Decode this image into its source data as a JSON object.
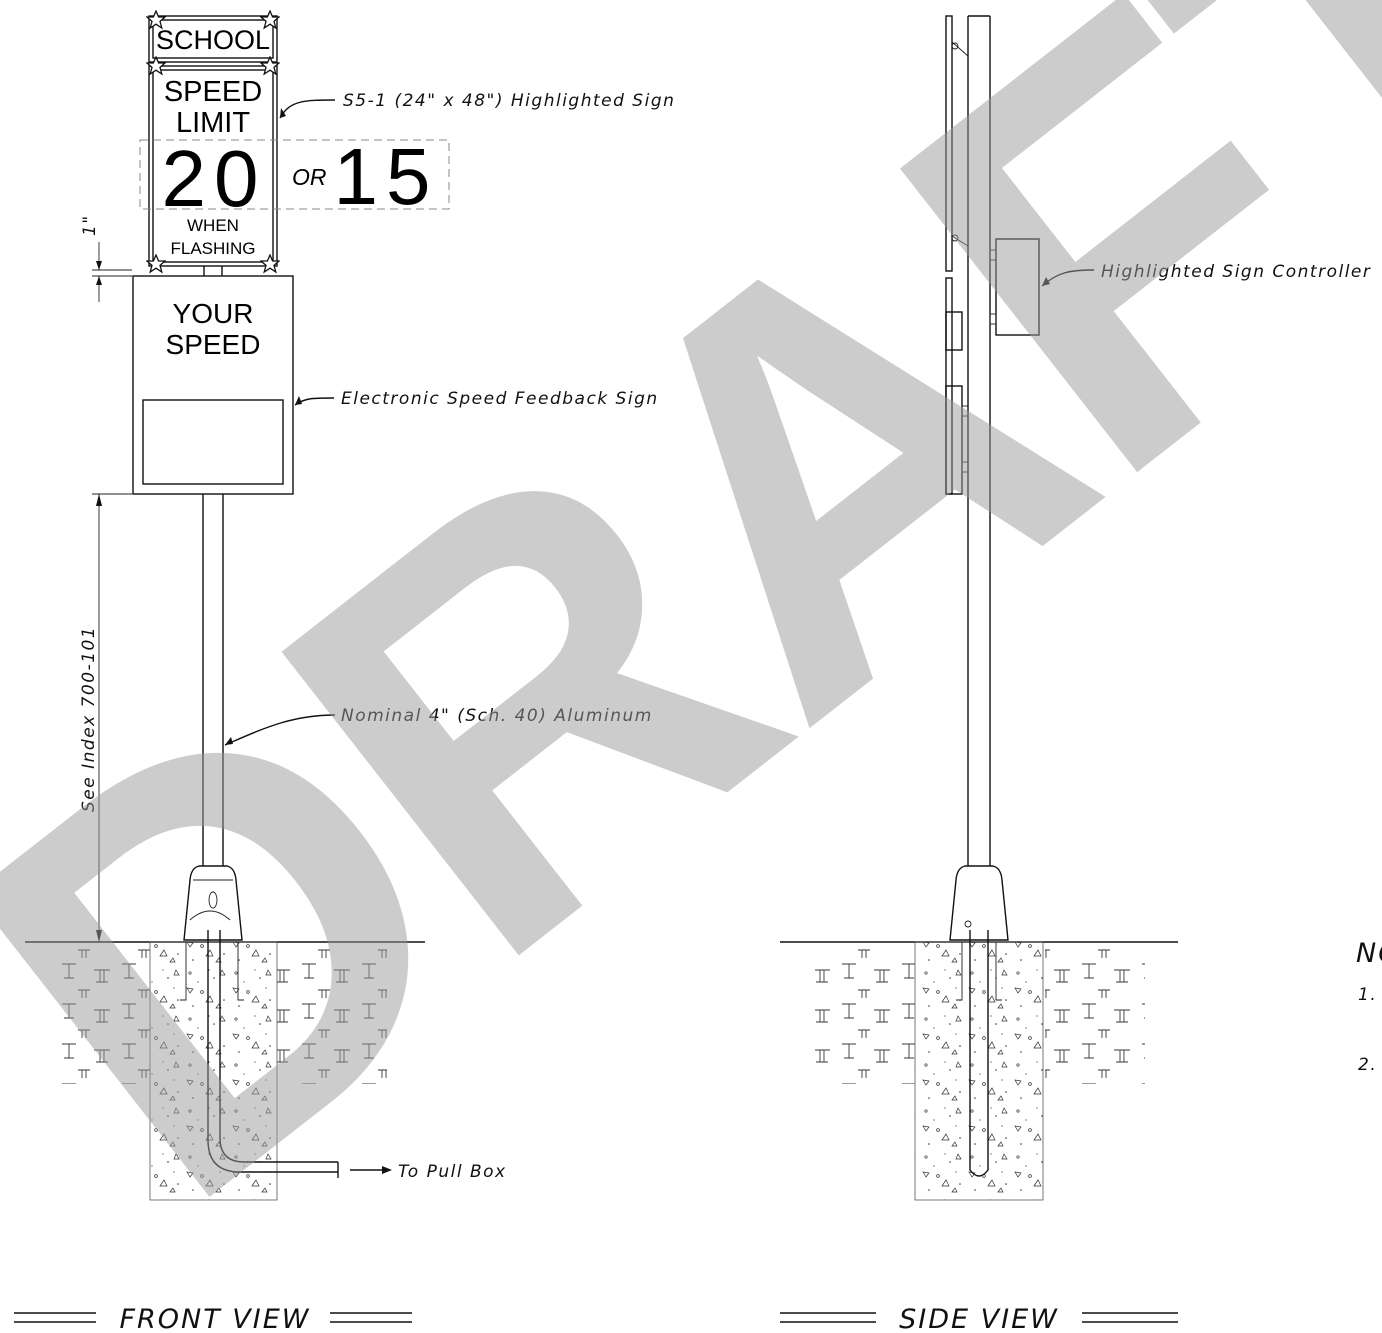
{
  "sign": {
    "school": "SCHOOL",
    "speed": "SPEED",
    "limit": "LIMIT",
    "value_main": "20",
    "or": "OR",
    "value_alt": "15",
    "when": "WHEN",
    "flashing": "FLASHING"
  },
  "feedback_sign": {
    "line1": "YOUR",
    "line2": "SPEED"
  },
  "labels": {
    "highlighted_sign": "S5-1 (24\" x 48\") Highlighted Sign",
    "feedback": "Electronic Speed Feedback Sign",
    "post": "Nominal 4\" (Sch. 40) Aluminum",
    "pull_box": "To Pull Box",
    "controller": "Highlighted Sign Controller",
    "index": "See Index 700-101",
    "gap": "1\""
  },
  "notes": {
    "heading": "NO",
    "item1": "1.",
    "item2": "2."
  },
  "views": {
    "front": "FRONT VIEW",
    "side": "SIDE VIEW"
  },
  "watermark": "DRAFT"
}
